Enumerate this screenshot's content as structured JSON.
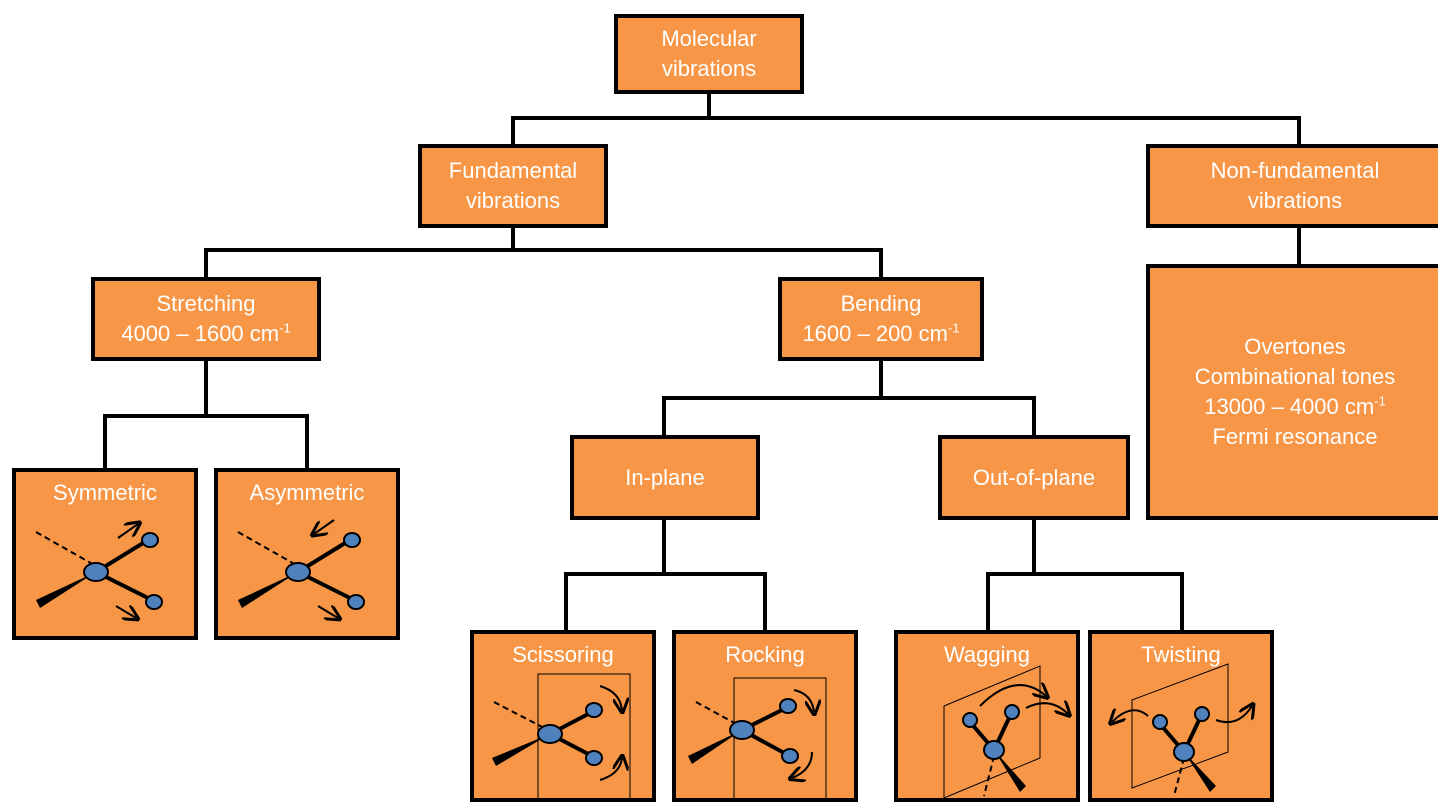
{
  "colors": {
    "box_fill": "#f79646",
    "box_border": "#000000",
    "box_text": "#ffffff",
    "atom": "#4f81bd",
    "connector": "#000000"
  },
  "nodes": {
    "root": {
      "line1": "Molecular",
      "line2": "vibrations"
    },
    "fundamental": {
      "line1": "Fundamental",
      "line2": "vibrations"
    },
    "non_fundamental": {
      "line1": "Non-fundamental",
      "line2": "vibrations"
    },
    "stretching": {
      "line1": "Stretching",
      "range": "4000 – 1600 cm",
      "exponent": "-1"
    },
    "bending": {
      "line1": "Bending",
      "range": "1600 – 200 cm",
      "exponent": "-1"
    },
    "non_fundamental_detail": {
      "line1": "Overtones",
      "line2": "Combinational tones",
      "range": "13000 – 4000 cm",
      "exponent": "-1",
      "line4": "Fermi resonance"
    },
    "symmetric": {
      "label": "Symmetric",
      "icon": "symmetric-stretch-icon"
    },
    "asymmetric": {
      "label": "Asymmetric",
      "icon": "asymmetric-stretch-icon"
    },
    "in_plane": {
      "label": "In-plane"
    },
    "out_of_plane": {
      "label": "Out-of-plane"
    },
    "scissoring": {
      "label": "Scissoring",
      "icon": "scissoring-icon"
    },
    "rocking": {
      "label": "Rocking",
      "icon": "rocking-icon"
    },
    "wagging": {
      "label": "Wagging",
      "icon": "wagging-icon"
    },
    "twisting": {
      "label": "Twisting",
      "icon": "twisting-icon"
    }
  }
}
